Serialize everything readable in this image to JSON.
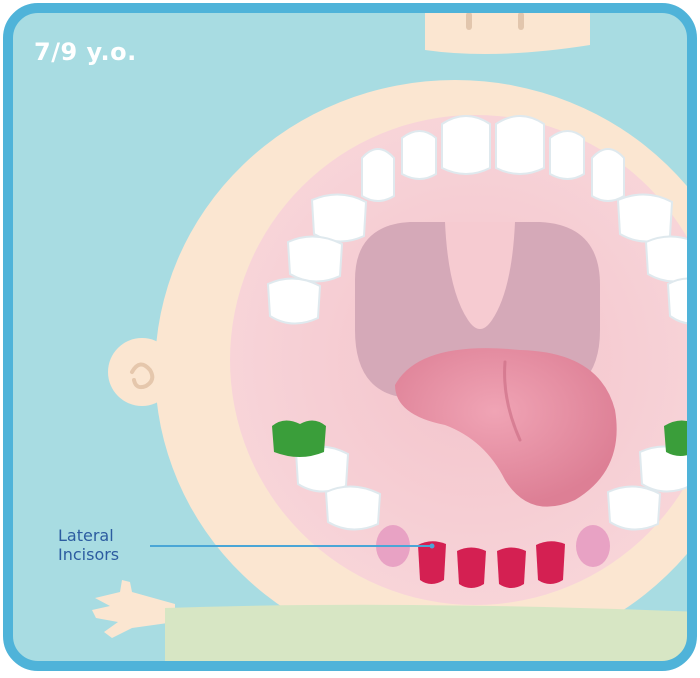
{
  "age_label": "7/9 y.o.",
  "callout": {
    "line1": "Lateral",
    "line2": "Incisors"
  },
  "colors": {
    "frame_border": "#4fb3d9",
    "background": "#a8dce2",
    "skin": "#fbe6d1",
    "mouth": "#f6cbd1",
    "throat": "#d5a9b8",
    "tongue": "#e890a4",
    "tooth": "#ffffff",
    "molar_green": "#3a9e3a",
    "incisor_red": "#d42052",
    "bud_pink": "#e8a2c4",
    "sleeve": "#d7e6c4",
    "callout_line": "#4aa6d6",
    "callout_text": "#2c5ca0"
  }
}
